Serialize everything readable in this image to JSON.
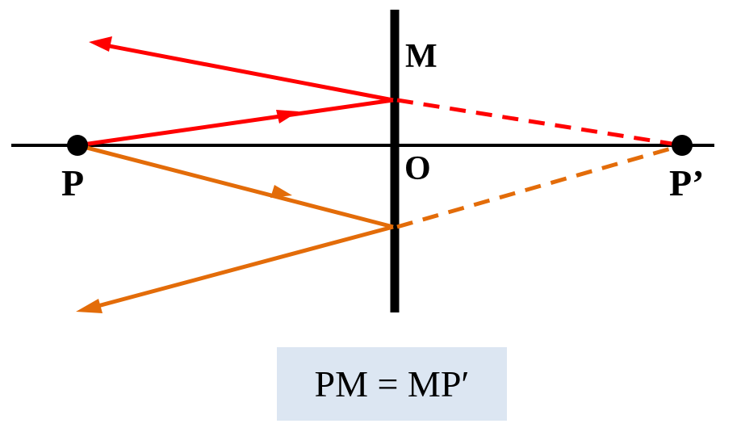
{
  "labels": {
    "P": "P",
    "M": "M",
    "O": "O",
    "P_image": "P’"
  },
  "equation": "PM = MP′",
  "colors": {
    "axis": "#000000",
    "mirror": "#000000",
    "upper_ray": "#ff0000",
    "lower_ray": "#e36c09",
    "equation_background": "#dce6f2"
  }
}
